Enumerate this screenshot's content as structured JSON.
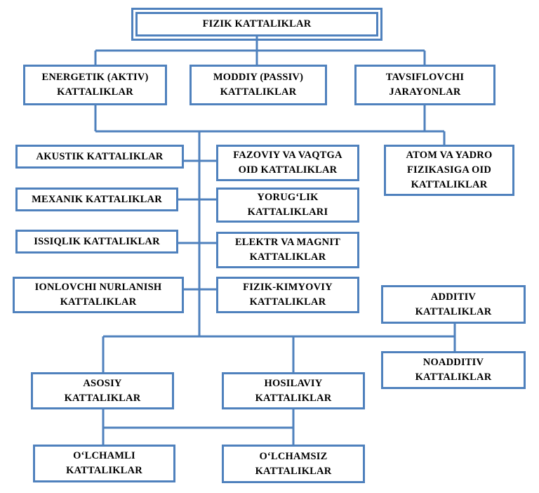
{
  "colors": {
    "border": "#4f81bd",
    "line": "#4f81bd",
    "text": "#000000"
  },
  "nodes": {
    "root": "FIZIK KATTALIKLAR",
    "energetik": "ENERGETIK (AKTIV)\nKATTALIKLAR",
    "moddiy": "MODDIY (PASSIV)\nKATTALIKLAR",
    "tavsiflovchi": "TAVSIFLOVCHI\nJARAYONLAR",
    "akustik": "AKUSTIK KATTALIKLAR",
    "mexanik": "MEXANIK KATTALIKLAR",
    "issiqlik": "ISSIQLIK KATTALIKLAR",
    "ionlovchi": "IONLOVCHI NURLANISH\nKATTALIKLAR",
    "fazoviy": "FAZOVIY VA VAQTGA\nOID  KATTALIKLAR",
    "yorug": "YORUG‘LIK\nKATTALIKLARI",
    "elektr": "ELEKTR VA MAGNIT\nKATTALIKLAR",
    "fizik_kimyoviy": "FIZIK-KIMYOVIY\nKATTALIKLAR",
    "atom": "ATOM VA YADRO\nFIZIKASIGA OID\nKATTALIKLAR",
    "additiv": "ADDITIV\nKATTALIKLAR",
    "noadditiv": "NOADDITIV\nKATTALIKLAR",
    "asosiy": "ASOSIY\nKATTALIKLAR",
    "hosilaviy": "HOSILAVIY\nKATTALIKLAR",
    "olchamli": "O‘LCHAMLI\nKATTALIKLAR",
    "olchamsiz": "O‘LCHAMSIZ\nKATTALIKLAR"
  }
}
